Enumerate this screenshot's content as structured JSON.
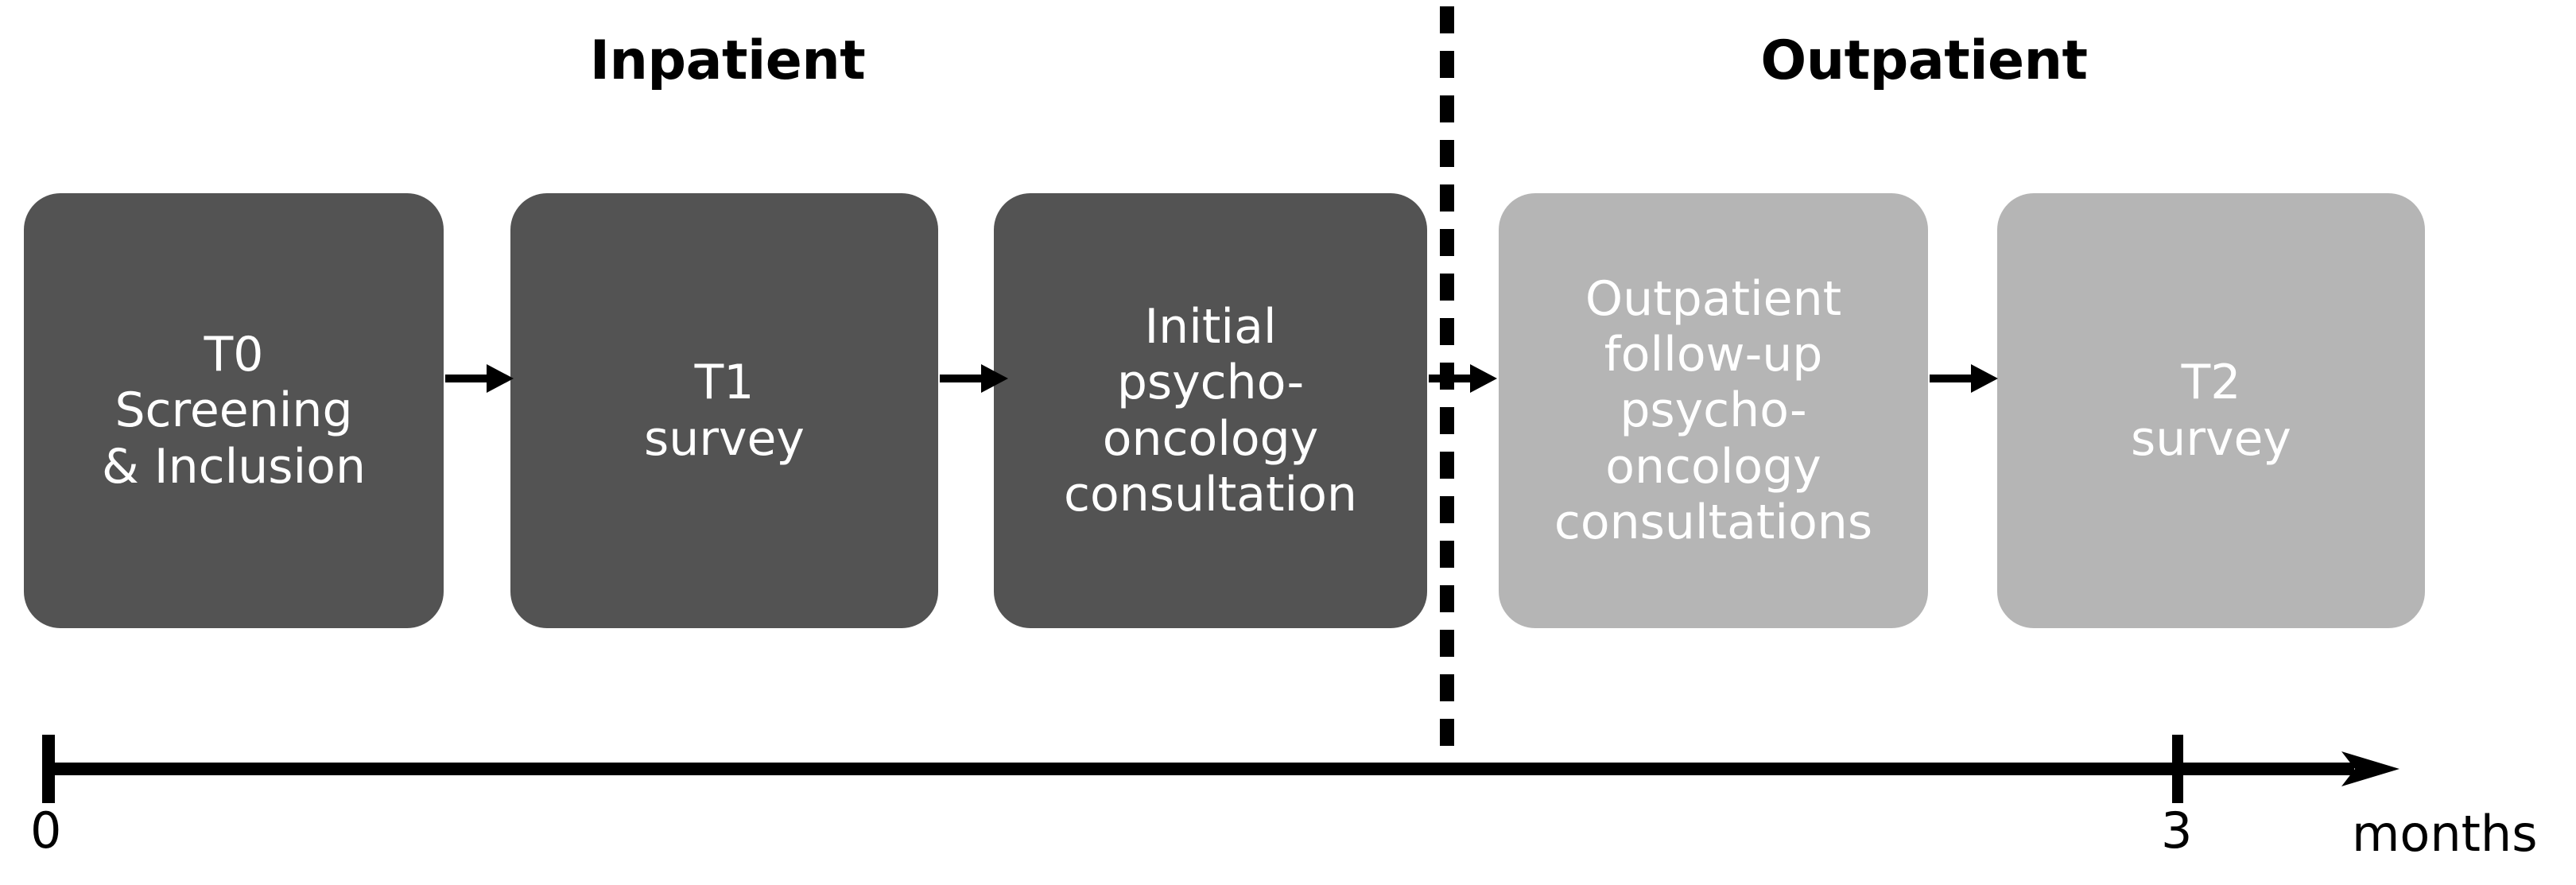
{
  "phases": [
    {
      "id": "inpatient",
      "label": "Inpatient"
    },
    {
      "id": "outpatient",
      "label": "Outpatient"
    }
  ],
  "boxes": [
    {
      "id": "t0",
      "phase": "inpatient",
      "shade": "dark",
      "color": "#535353",
      "lines": [
        "T0",
        "Screening",
        "& Inclusion"
      ]
    },
    {
      "id": "t1",
      "phase": "inpatient",
      "shade": "dark",
      "color": "#535353",
      "lines": [
        "T1",
        "survey"
      ]
    },
    {
      "id": "initial-consultation",
      "phase": "inpatient",
      "shade": "dark",
      "color": "#535353",
      "lines": [
        "Initial",
        "psycho-",
        "oncology",
        "consultation"
      ]
    },
    {
      "id": "followup-consultations",
      "phase": "outpatient",
      "shade": "light",
      "color": "#b5b5b5",
      "lines": [
        "Outpatient",
        "follow-up",
        "psycho-",
        "oncology",
        "consultations"
      ]
    },
    {
      "id": "t2",
      "phase": "outpatient",
      "shade": "light",
      "color": "#b5b5b5",
      "lines": [
        "T2",
        "survey"
      ]
    }
  ],
  "divider": {
    "style": "dashed",
    "color": "#000000",
    "separates": [
      "Inpatient",
      "Outpatient"
    ]
  },
  "timeline": {
    "ticks": [
      {
        "value": "0",
        "position_months": 0
      },
      {
        "value": "3",
        "position_months": 3
      }
    ],
    "unit_label": "months",
    "axis_color": "#000000",
    "arrow_direction": "right"
  },
  "colors": {
    "background": "#ffffff",
    "box_dark": "#535353",
    "box_light": "#b5b5b5",
    "text_on_box": "#ffffff",
    "axis": "#000000",
    "header_text": "#000000"
  }
}
